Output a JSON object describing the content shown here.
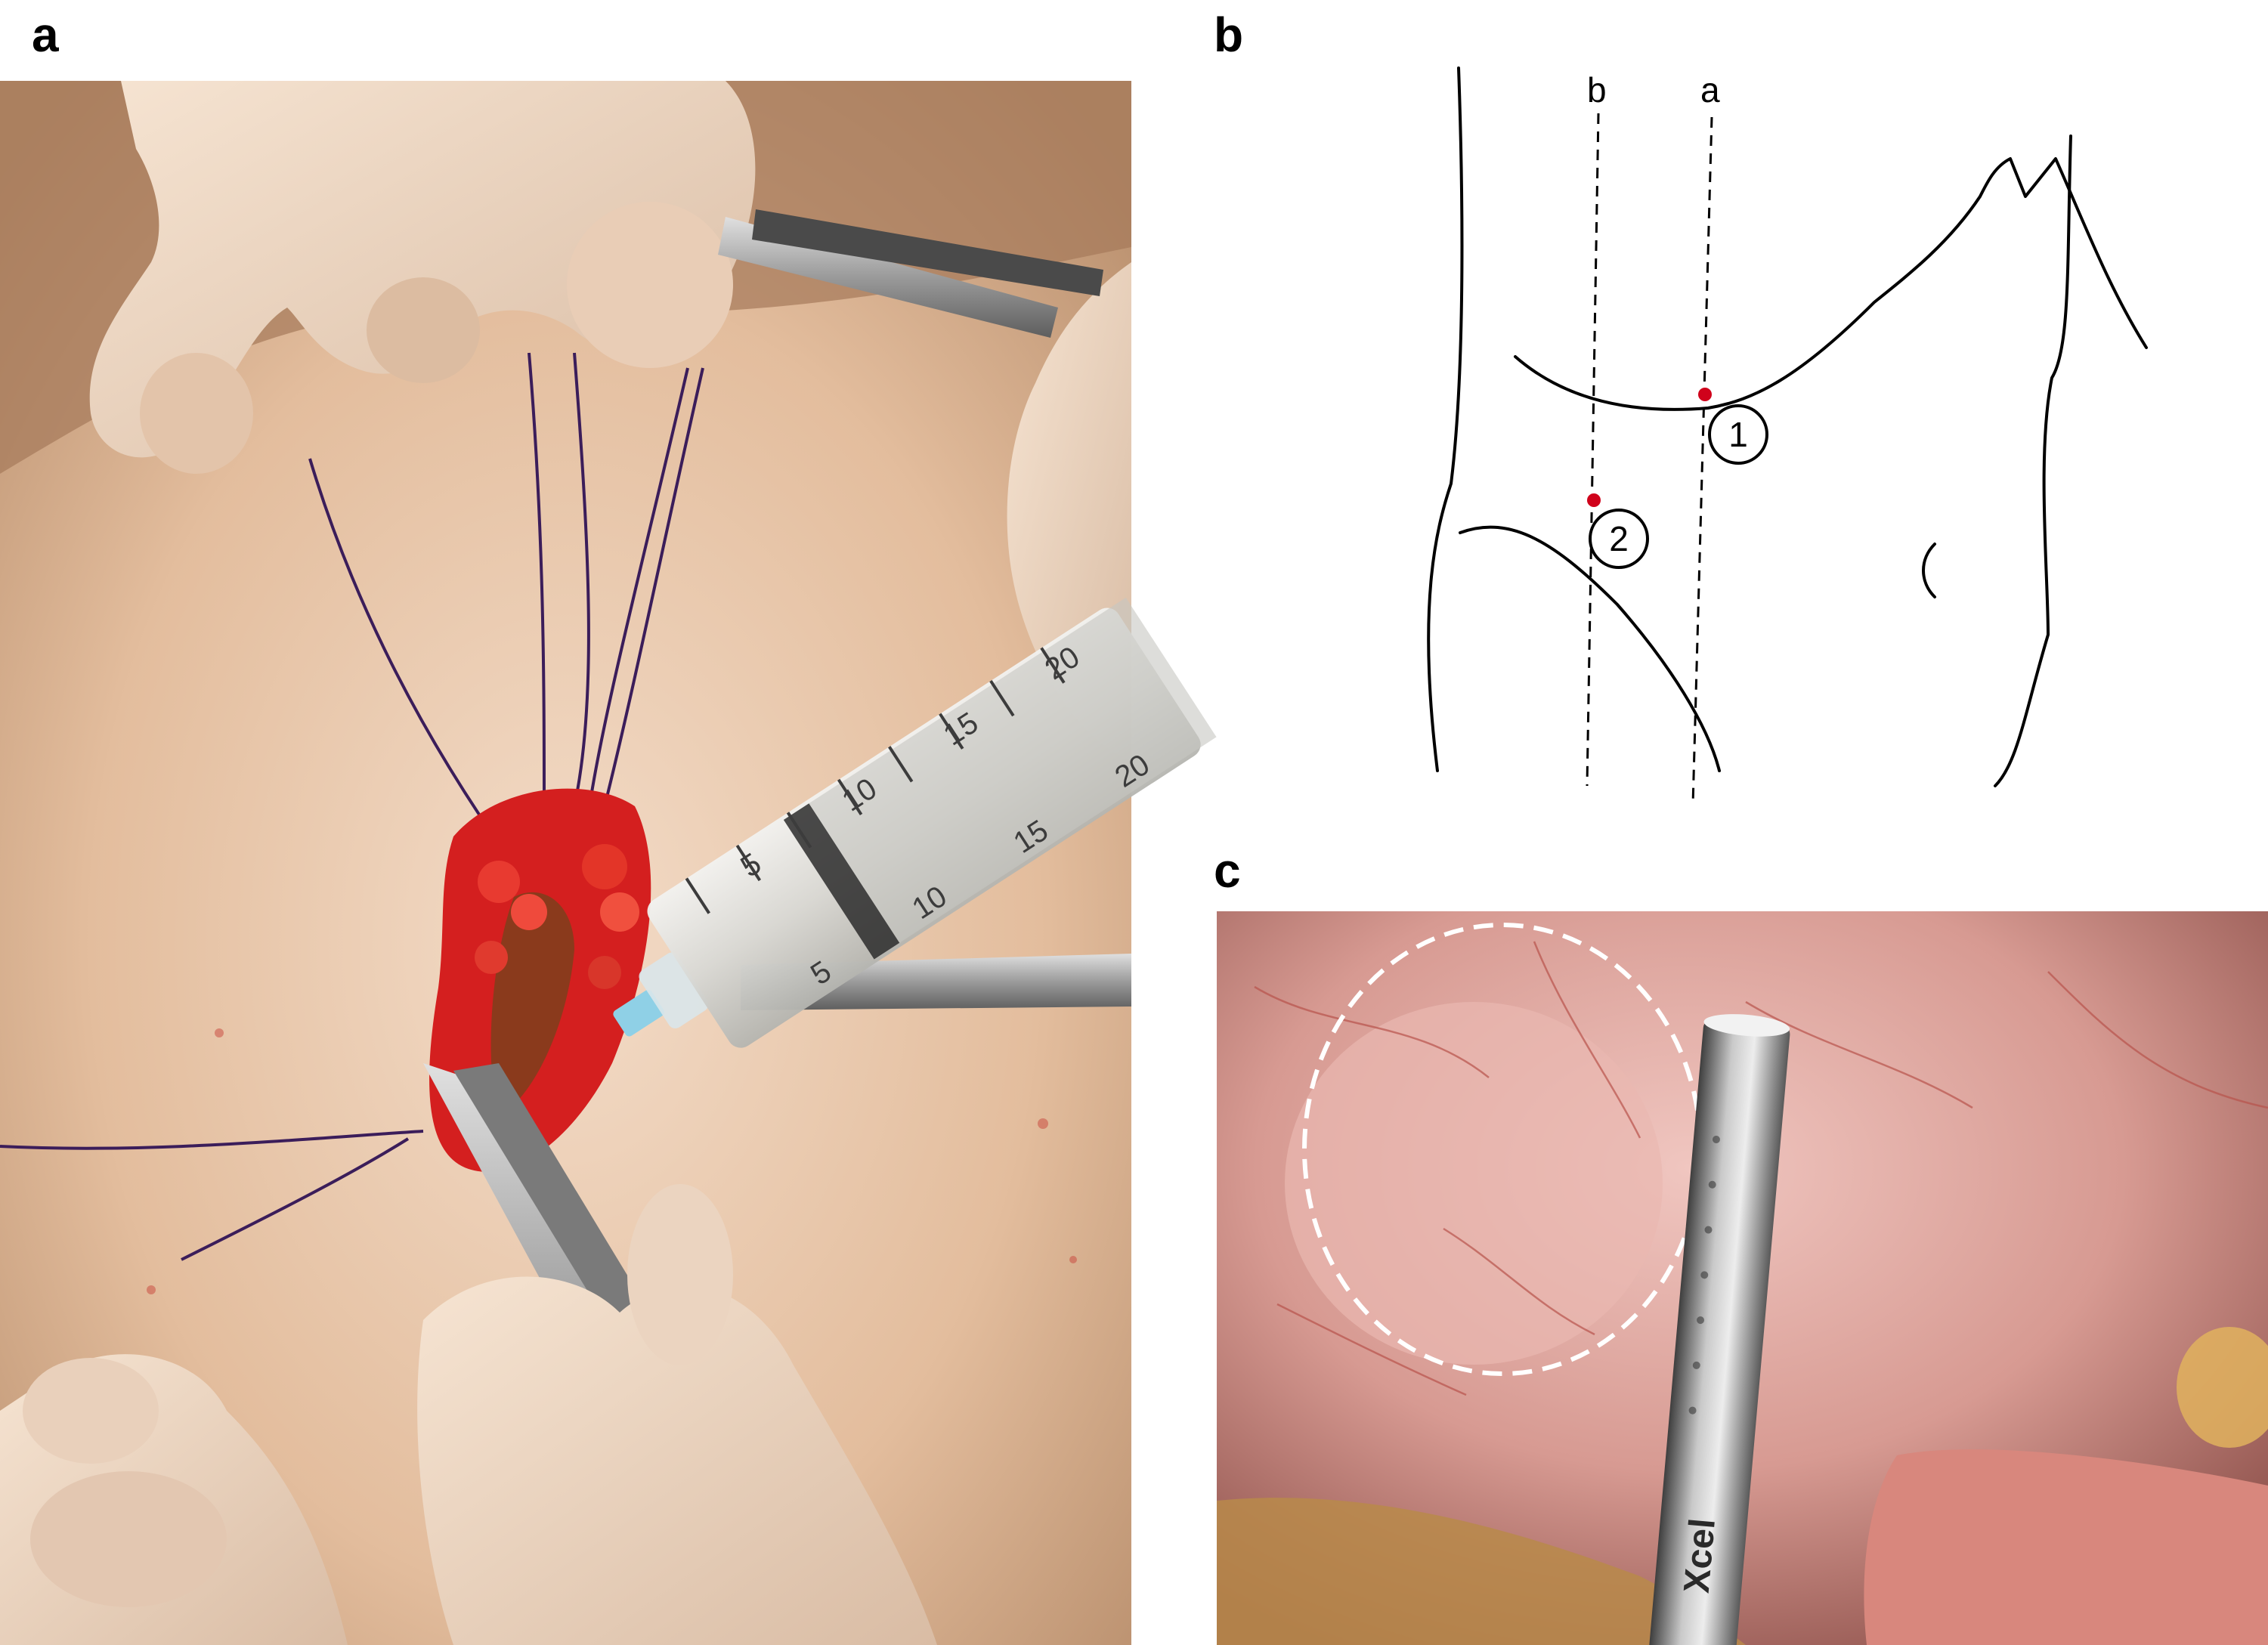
{
  "figure": {
    "panels": [
      {
        "label": "a"
      },
      {
        "label": "b"
      },
      {
        "label": "c"
      }
    ]
  },
  "panel_a": {
    "syringe_marks": [
      "5",
      "10",
      "15",
      "20",
      "5",
      "10",
      "15",
      "20"
    ]
  },
  "panel_b": {
    "line_labels": {
      "b": "b",
      "a": "a"
    },
    "point_labels": [
      "1",
      "2"
    ],
    "colors": {
      "point": "#d0021b",
      "line": "#000000"
    }
  },
  "panel_c": {
    "instrument_text": "Xcel"
  }
}
